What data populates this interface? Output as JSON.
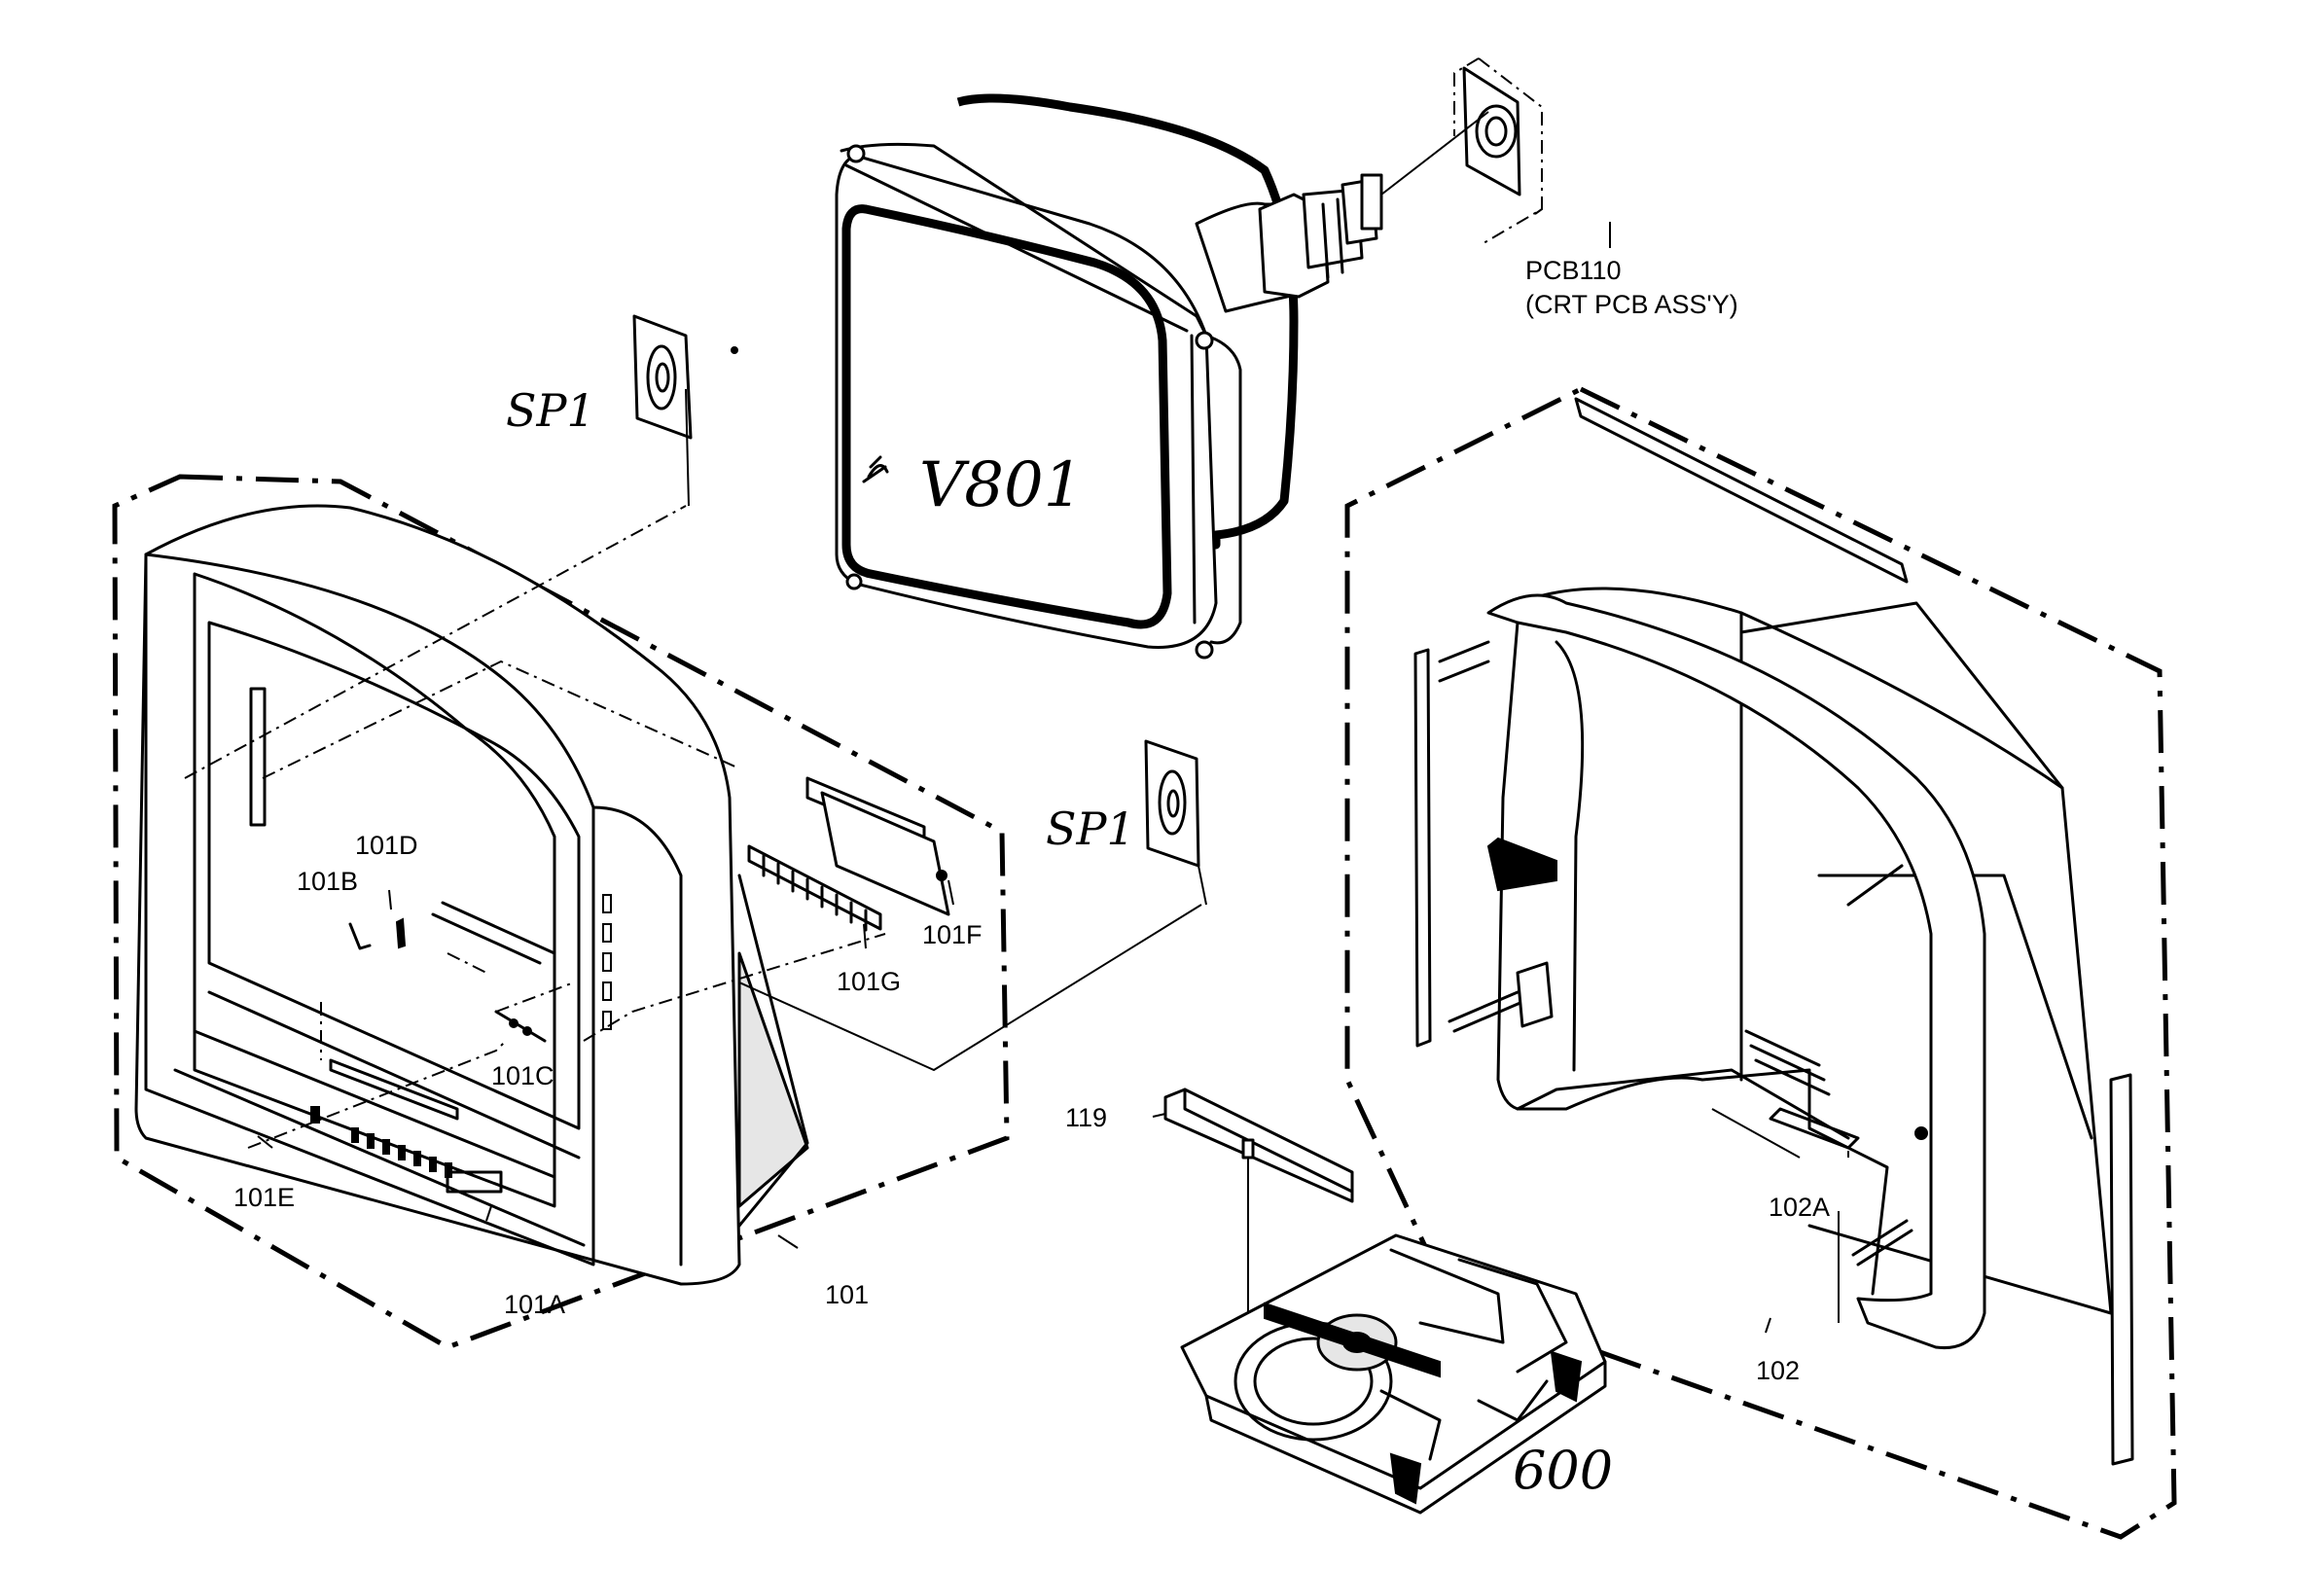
{
  "diagram": {
    "labels": {
      "pcb110": "PCB110",
      "pcb110_desc": "(CRT PCB ASS'Y)",
      "sp1_upper": "SP1",
      "sp1_lower": "SP1",
      "v801": "V801",
      "l101": "101",
      "l101a": "101A",
      "l101b": "101B",
      "l101c": "101C",
      "l101d": "101D",
      "l101e": "101E",
      "l101f": "101F",
      "l101g": "101G",
      "l102": "102",
      "l102a": "102A",
      "l119": "119",
      "l600": "600"
    }
  }
}
